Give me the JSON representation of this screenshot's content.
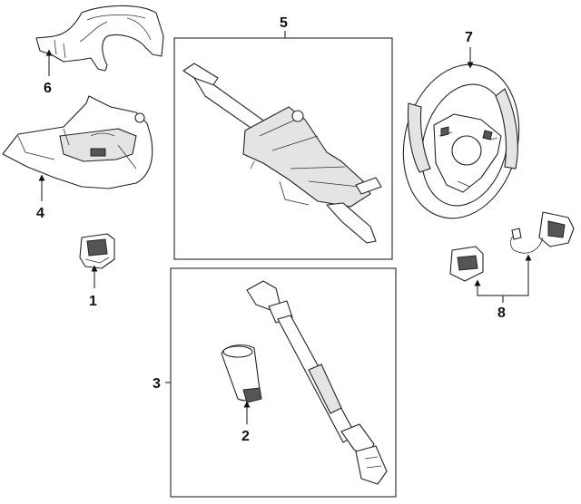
{
  "diagram": {
    "callouts": [
      {
        "id": "1",
        "label": "1"
      },
      {
        "id": "2",
        "label": "2"
      },
      {
        "id": "3",
        "label": "3"
      },
      {
        "id": "4",
        "label": "4"
      },
      {
        "id": "5",
        "label": "5"
      },
      {
        "id": "6",
        "label": "6"
      },
      {
        "id": "7",
        "label": "7"
      },
      {
        "id": "8",
        "label": "8"
      }
    ],
    "parts": [
      {
        "callout": "6",
        "icon": "upper-column-shroud"
      },
      {
        "callout": "4",
        "icon": "lower-column-shroud"
      },
      {
        "callout": "1",
        "icon": "ignition-switch"
      },
      {
        "callout": "5",
        "icon": "steering-column-assembly"
      },
      {
        "callout": "3",
        "icon": "intermediate-shaft-group"
      },
      {
        "callout": "2",
        "icon": "shaft-boot"
      },
      {
        "callout": "7",
        "icon": "steering-wheel"
      },
      {
        "callout": "8",
        "icon": "wheel-control-switches"
      }
    ],
    "colors": {
      "line": "#111111",
      "fill": "#ffffff",
      "shade": "#e4e4e4"
    }
  }
}
